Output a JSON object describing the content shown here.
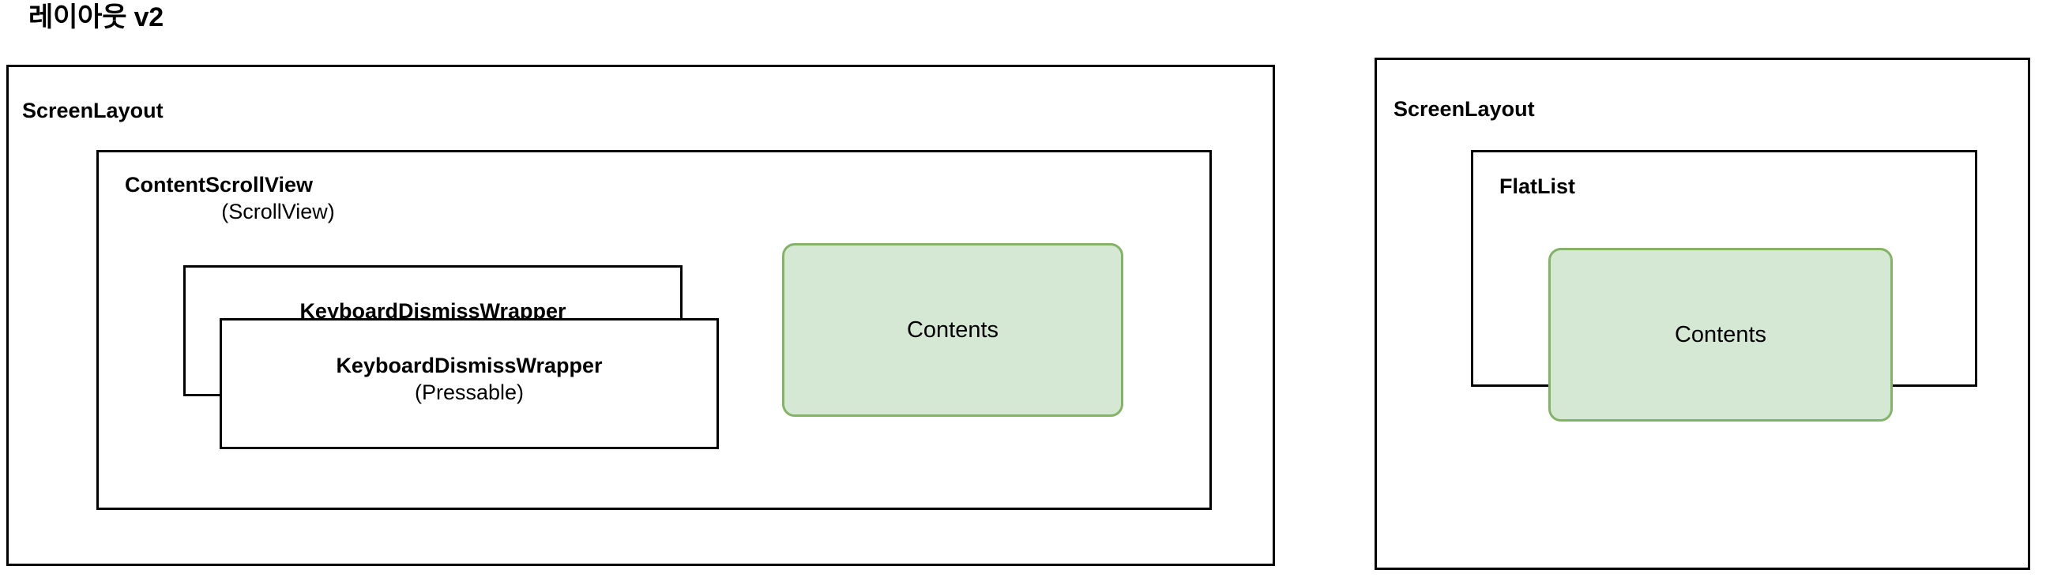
{
  "diagram": {
    "title": "레이아웃 v2",
    "colors": {
      "stroke": "#000000",
      "background": "#ffffff",
      "contents_fill": "#d5e8d4",
      "contents_stroke": "#82b366",
      "text": "#000000"
    },
    "panels": [
      {
        "id": "left",
        "label": "ScreenLayout",
        "children": {
          "scrollview": {
            "label": "ContentScrollView",
            "sublabel": "(ScrollView)"
          },
          "wrapper_back": {
            "label": "KeyboardDismissWrapper"
          },
          "wrapper_front": {
            "label": "KeyboardDismissWrapper",
            "sublabel": "(Pressable)"
          },
          "contents": {
            "label": "Contents"
          }
        }
      },
      {
        "id": "right",
        "label": "ScreenLayout",
        "children": {
          "list": {
            "label": "FlatList"
          },
          "contents": {
            "label": "Contents"
          }
        }
      }
    ]
  }
}
